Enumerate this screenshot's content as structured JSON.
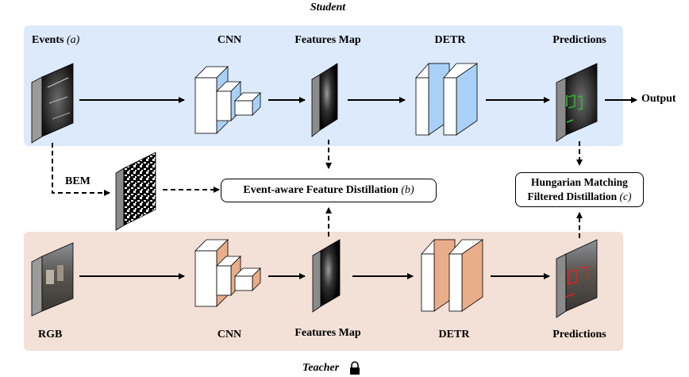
{
  "student": {
    "title": "Student",
    "events_label": "Events",
    "events_marker": "(a)",
    "cnn_label": "CNN",
    "features_label": "Features Map",
    "detr_label": "DETR",
    "predictions_label": "Predictions",
    "output_label": "Output"
  },
  "bem_label": "BEM",
  "distill": {
    "feature_label": "Event-aware Feature Distillation",
    "feature_marker": "(b)",
    "hungarian_line1": "Hungarian Matching",
    "hungarian_line2": "Filtered Distillation",
    "hungarian_marker": "(c)"
  },
  "teacher": {
    "title": "Teacher",
    "rgb_label": "RGB",
    "cnn_label": "CNN",
    "features_label": "Features Map",
    "detr_label": "DETR",
    "predictions_label": "Predictions"
  },
  "colors": {
    "student_bg": "#dceafc",
    "teacher_bg": "#f3e0d6",
    "student_accent": "#a9d1f7",
    "teacher_accent": "#e9ad8a",
    "student_box_color": "#30c030",
    "teacher_box_color": "#e02020"
  }
}
